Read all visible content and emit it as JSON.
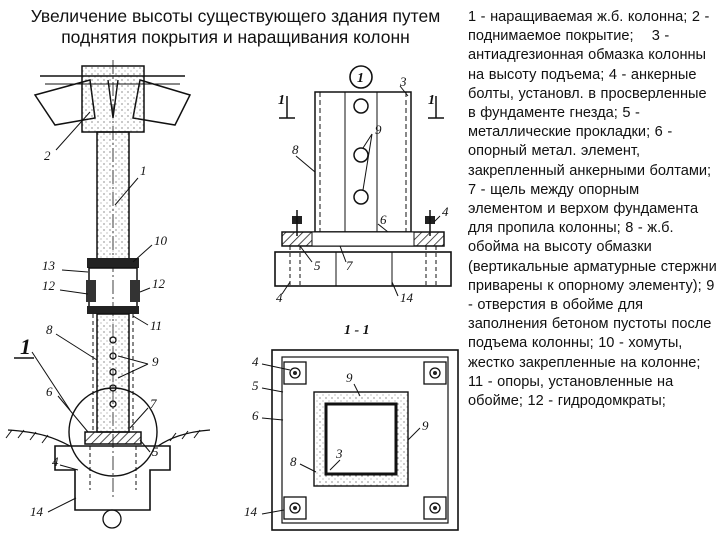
{
  "title": "Увеличение высоты существующего здания путем поднятия покрытия и наращивания колонн",
  "legend_text": "1 - наращиваемая ж.б. колонна; 2 - поднимаемое покрытие;    3 - антиадгезионная обмазка колонны на высоту подъема; 4 - анкерные болты, установл. в просверленные в фундаменте гнезда; 5 - металлические прокладки; 6 - опорный метал. элемент, закрепленный анкерными болтами; 7 - щель между опорным элементом и верхом фундамента для пропила колонны; 8 - ж.б. обойма на высоту обмазки (вертикальные арматурные стержни приварены к опорному элементу); 9 - отверстия в обойме для заполнения бетоном пустоты после подъема колонны; 10 - хомуты, жестко закрепленные на колонне; 11 - опоры, установленные на обойме; 12 - гидродомкраты;",
  "labels": {
    "left": {
      "n1": "1",
      "n2": "2",
      "n10": "10",
      "n13": "13",
      "n12a": "12",
      "n12b": "12",
      "n11": "11",
      "n8": "8",
      "n9": "9",
      "n6": "6",
      "n7": "7",
      "n5": "5",
      "n4": "4",
      "n14": "14",
      "big1": "1"
    },
    "elev": {
      "circle1": "1",
      "n3": "3",
      "sec1a": "1",
      "sec1b": "1",
      "n9": "9",
      "n8": "8",
      "n6": "6",
      "n4": "4",
      "n5": "5",
      "n7": "7",
      "n4b": "4",
      "n14": "14"
    },
    "plan": {
      "section": "1 - 1",
      "n4": "4",
      "n5": "5",
      "n6": "6",
      "n9a": "9",
      "n9b": "9",
      "n8": "8",
      "n3": "3",
      "n14": "14"
    }
  }
}
